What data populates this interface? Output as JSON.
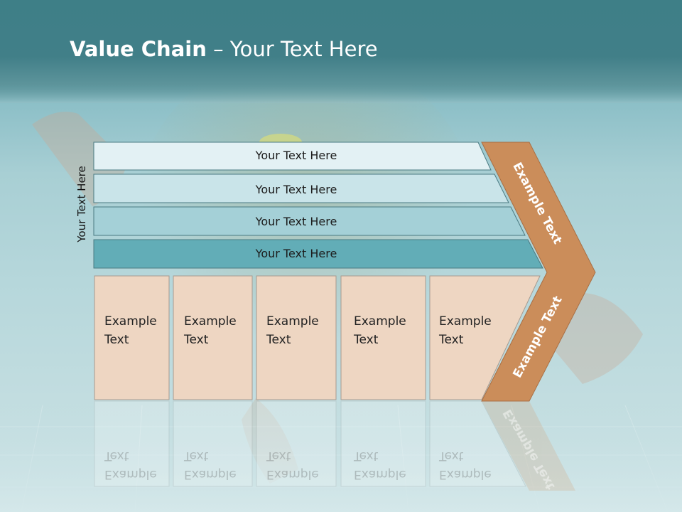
{
  "title": {
    "bold": "Value Chain",
    "rest": " – Your Text Here"
  },
  "side_label": "Your Text Here",
  "bars": [
    {
      "label": "Your Text Here",
      "color": "#e3f1f4"
    },
    {
      "label": "Your Text Here",
      "color": "#c9e4e9"
    },
    {
      "label": "Your Text Here",
      "color": "#a4d0d7"
    },
    {
      "label": "Your Text Here",
      "color": "#62adb7"
    }
  ],
  "boxes": [
    {
      "line1": "Example",
      "line2": "Text"
    },
    {
      "line1": "Example",
      "line2": "Text"
    },
    {
      "line1": "Example",
      "line2": "Text"
    },
    {
      "line1": "Example",
      "line2": "Text"
    },
    {
      "line1": "Example",
      "line2": "Text"
    }
  ],
  "chevron": {
    "upper_label": "Example Text",
    "lower_label": "Example Text",
    "color": "#cb8d5a"
  },
  "colors": {
    "box_fill": "#eed6c2",
    "box_stroke": "#a89a8f",
    "bar_stroke": "#4a7a82"
  }
}
